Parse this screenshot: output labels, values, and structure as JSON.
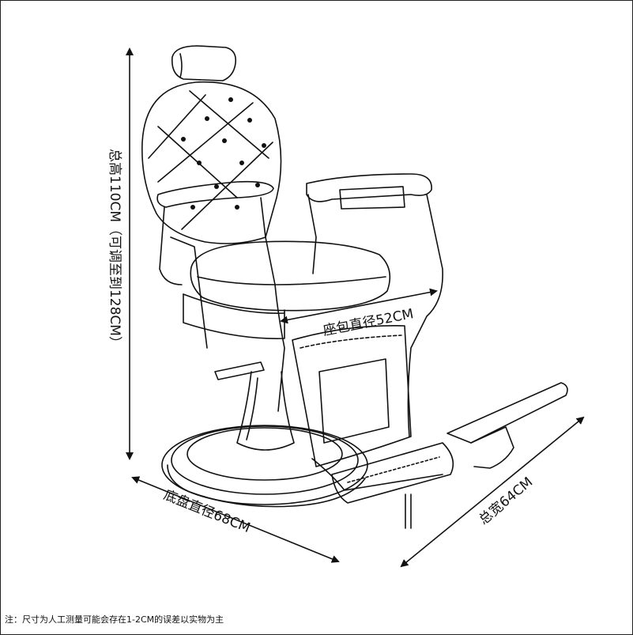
{
  "dimensions": {
    "total_height": "总高110CM（可调至到128CM）",
    "seat_diameter": "座包直径52CM",
    "base_diameter": "底盘直径68CM",
    "total_width": "总宽64CM"
  },
  "note": "注：尺寸为人工测量可能会存在1-2CM的误差以实物为主",
  "colors": {
    "line": "#111111",
    "background": "#ffffff"
  }
}
